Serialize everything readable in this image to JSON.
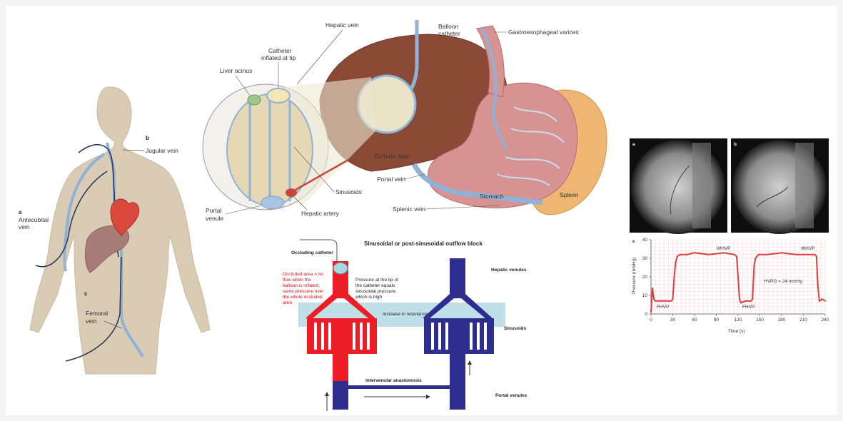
{
  "body_panel": {
    "letter_a": "a",
    "antecubital": [
      "Antecubital",
      "vein"
    ],
    "letter_b": "b",
    "jugular": "Jugular vein",
    "letter_c": "c",
    "femoral": [
      "Femoral",
      "vein"
    ]
  },
  "liver_panel": {
    "hepatic_vein": "Hepatic vein",
    "balloon_catheter": [
      "Balloon",
      "catheter"
    ],
    "varices": "Gastroesophageal varices",
    "catheter_inflated": [
      "Catheter",
      "inflated at tip"
    ],
    "liver_acinus": "Liver acinus",
    "cirrhotic_liver": "Cirrhotic liver",
    "portal_vein": "Portal vein",
    "sinusoids": "Sinusoids",
    "portal_venule": [
      "Portal",
      "venule"
    ],
    "hepatic_artery": "Hepatic artery",
    "splenic_vein": "Splenic vein",
    "stomach": "Stomach",
    "spleen": "Spleen"
  },
  "block_panel": {
    "title": "Sinusoidal or post-sinusoidal outflow block",
    "occluding_catheter": "Occluding catheter",
    "occluded_note": [
      "Occluded area = no",
      "flow when the",
      "balloon is inflated;",
      "same pressure over",
      "the whole occluded",
      "area"
    ],
    "pressure_note": [
      "Pressure at the tip of",
      "the catheter equals",
      "sinusoidal pressure,",
      "which is high"
    ],
    "hepatic_venules": "Hepatic venules",
    "increase_resistance": "Increase in resistance",
    "sinusoids": "Sinusoids",
    "intervenular": "Intervenular anastomosis",
    "portal_venules": "Portal venules"
  },
  "fluoro_panel": {
    "letter_a": "a",
    "letter_b": "b"
  },
  "pressure_chart": {
    "letter": "c",
    "wwhp_1": "WHVP",
    "wwhp_2": "WHVP",
    "fhvp_1": "FHVP",
    "fhvp_2": "FHVP",
    "hvpg": "HVPG = 24 mmHg"
  },
  "chart_data": {
    "type": "line",
    "xlabel": "Time (s)",
    "ylabel": "Pressure (mmHg)",
    "x_ticks": [
      "0",
      "30",
      "60",
      "90",
      "120",
      "150",
      "180",
      "210",
      "240"
    ],
    "y_ticks": [
      "0",
      "10",
      "20",
      "30",
      "40"
    ],
    "xlim": [
      0,
      240
    ],
    "ylim": [
      0,
      40
    ],
    "series": [
      {
        "x": [
          0,
          2,
          4,
          6,
          10,
          20,
          28,
          30,
          32,
          34,
          36,
          40,
          50,
          60,
          80,
          100,
          115,
          118,
          120,
          122,
          124,
          130,
          138,
          140,
          142,
          144,
          148,
          160,
          180,
          200,
          226,
          228,
          230,
          232,
          236,
          240
        ],
        "y": [
          1,
          14,
          8,
          7,
          7,
          7,
          7,
          8,
          20,
          28,
          31,
          32,
          32,
          33,
          32,
          33,
          32,
          31,
          20,
          8,
          6,
          7,
          7,
          8,
          26,
          30,
          32,
          32,
          33,
          32,
          32,
          31,
          15,
          7,
          8,
          7
        ],
        "color": "#e23b3b"
      }
    ]
  },
  "colors": {
    "skin": "#d9cbb4",
    "vein_blue": "#8fb2d6",
    "liver_brown": "#8b4a35",
    "stomach_pink": "#d79292",
    "spleen_orange": "#efb572",
    "occluded_red": "#ee1c24",
    "venule_navy": "#2e2e8f",
    "resistance_band": "#a9d6e0"
  }
}
